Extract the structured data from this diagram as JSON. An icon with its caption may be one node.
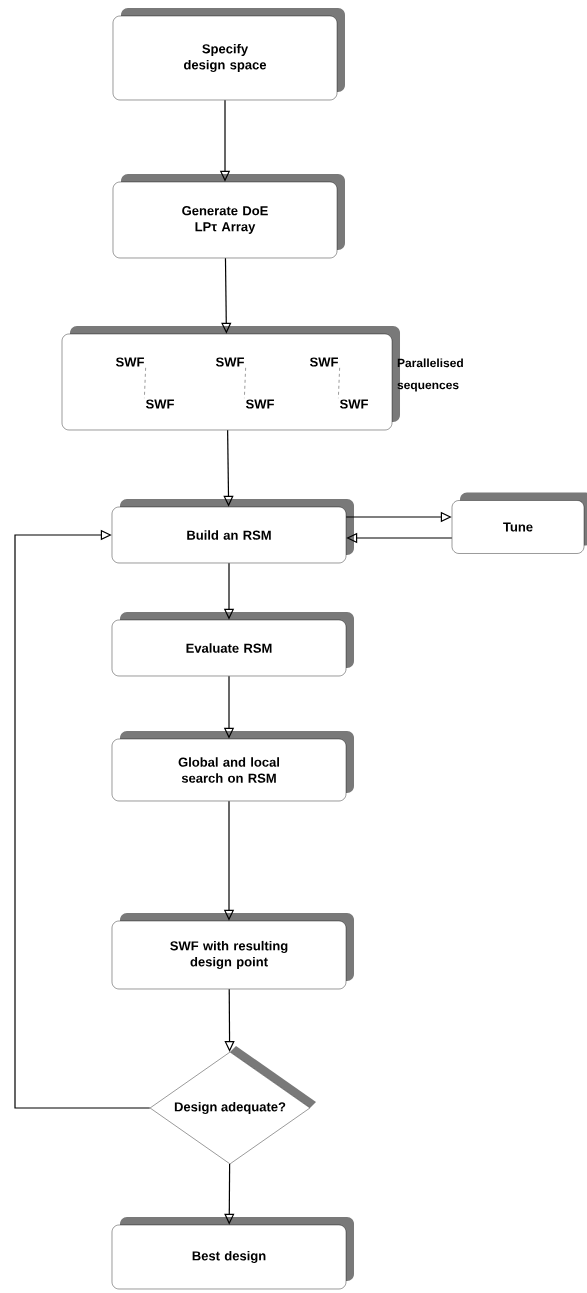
{
  "diagram": {
    "nodes": [
      {
        "text": [
          "Specify design space"
        ]
      },
      {
        "text": [
          "Generate DoE LPτ Array"
        ]
      },
      {
        "text": [],
        "shape": "box",
        "beside": [
          "Parallelised sequences"
        ]
      },
      {
        "text": [
          "SWF"
        ],
        "in": 2
      },
      {
        "text": [
          "SWF"
        ],
        "in": 2
      },
      {
        "text": [
          "SWF"
        ],
        "in": 2
      },
      {
        "text": [
          "SWF"
        ],
        "in": 2
      },
      {
        "text": [
          "SWF"
        ],
        "in": 2
      },
      {
        "text": [
          "SWF"
        ],
        "in": 2
      },
      {
        "text": [
          "Build an RSM"
        ]
      },
      {
        "text": [
          "Tune"
        ]
      },
      {
        "text": [
          "Evaluate RSM"
        ]
      },
      {
        "text": [
          "Global and local search on RSM"
        ]
      },
      {
        "text": [
          "SWF with resulting design point"
        ]
      },
      {
        "text": [
          "Design adequate?"
        ]
      },
      {
        "text": [
          "Best design"
        ]
      }
    ],
    "edges": [
      {
        "from": 0,
        "to": 1,
        "arrow": "to"
      },
      {
        "from": 1,
        "to": 2,
        "arrow": "to"
      },
      {
        "from": 3,
        "to": 6,
        "arrow": "none",
        "style": "dashed"
      },
      {
        "from": 4,
        "to": 7,
        "arrow": "none",
        "style": "dashed"
      },
      {
        "from": 5,
        "to": 8,
        "arrow": "none",
        "style": "dashed"
      },
      {
        "from": 2,
        "to": 9,
        "arrow": "to"
      },
      {
        "from": 9,
        "to": 10,
        "arrow": "to"
      },
      {
        "from": 10,
        "to": 9,
        "arrow": "to"
      },
      {
        "from": 9,
        "to": 11,
        "arrow": "to"
      },
      {
        "from": 11,
        "to": 12,
        "arrow": "to"
      },
      {
        "from": 12,
        "to": 13,
        "arrow": "to"
      },
      {
        "from": 13,
        "to": 14,
        "arrow": "to"
      },
      {
        "from": 14,
        "to": 9,
        "arrow": "to"
      },
      {
        "from": 14,
        "to": 15,
        "arrow": "to"
      }
    ]
  }
}
